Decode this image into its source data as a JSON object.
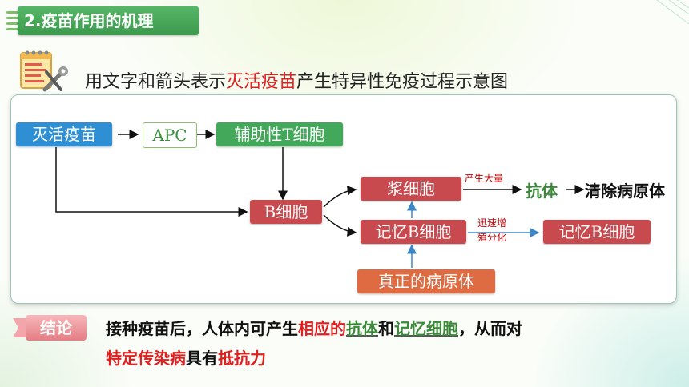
{
  "header": {
    "title": "2.疫苗作用的机理"
  },
  "subtitle": {
    "pre": "用文字和箭头表示",
    "highlight": "灭活疫苗",
    "post": "产生特异性免疫过程示意图"
  },
  "diagram": {
    "vaccine": "灭活疫苗",
    "apc": "APC",
    "helper_t": "辅助性T细胞",
    "b_cell": "B细胞",
    "plasma": "浆细胞",
    "memory_b": "记忆B细胞",
    "memory_b2": "记忆B细胞",
    "pathogen": "真正的病原体",
    "produce_label": "产生大量",
    "antibody": "抗体",
    "clear": "清除病原体",
    "prolif_line1": "迅速增",
    "prolif_line2": "殖分化"
  },
  "conclusion": {
    "tag": "结论",
    "p1": "接种疫苗后，人体内可产生",
    "p2": "相应的",
    "p3": "抗体",
    "p4": "和",
    "p5": "记忆细胞",
    "p6": "，从而对",
    "p7": "特定传染病",
    "p8": "具有",
    "p9": "抵抗力"
  },
  "colors": {
    "accent": "#44a85a",
    "highlight": "#e02020",
    "vaccine_box": "#2e8fd4",
    "plasma_box": "#c94a4e",
    "pathogen_box": "#de6b42"
  },
  "icons": [
    "menu-lines-icon",
    "notepad-wrench-icon"
  ]
}
